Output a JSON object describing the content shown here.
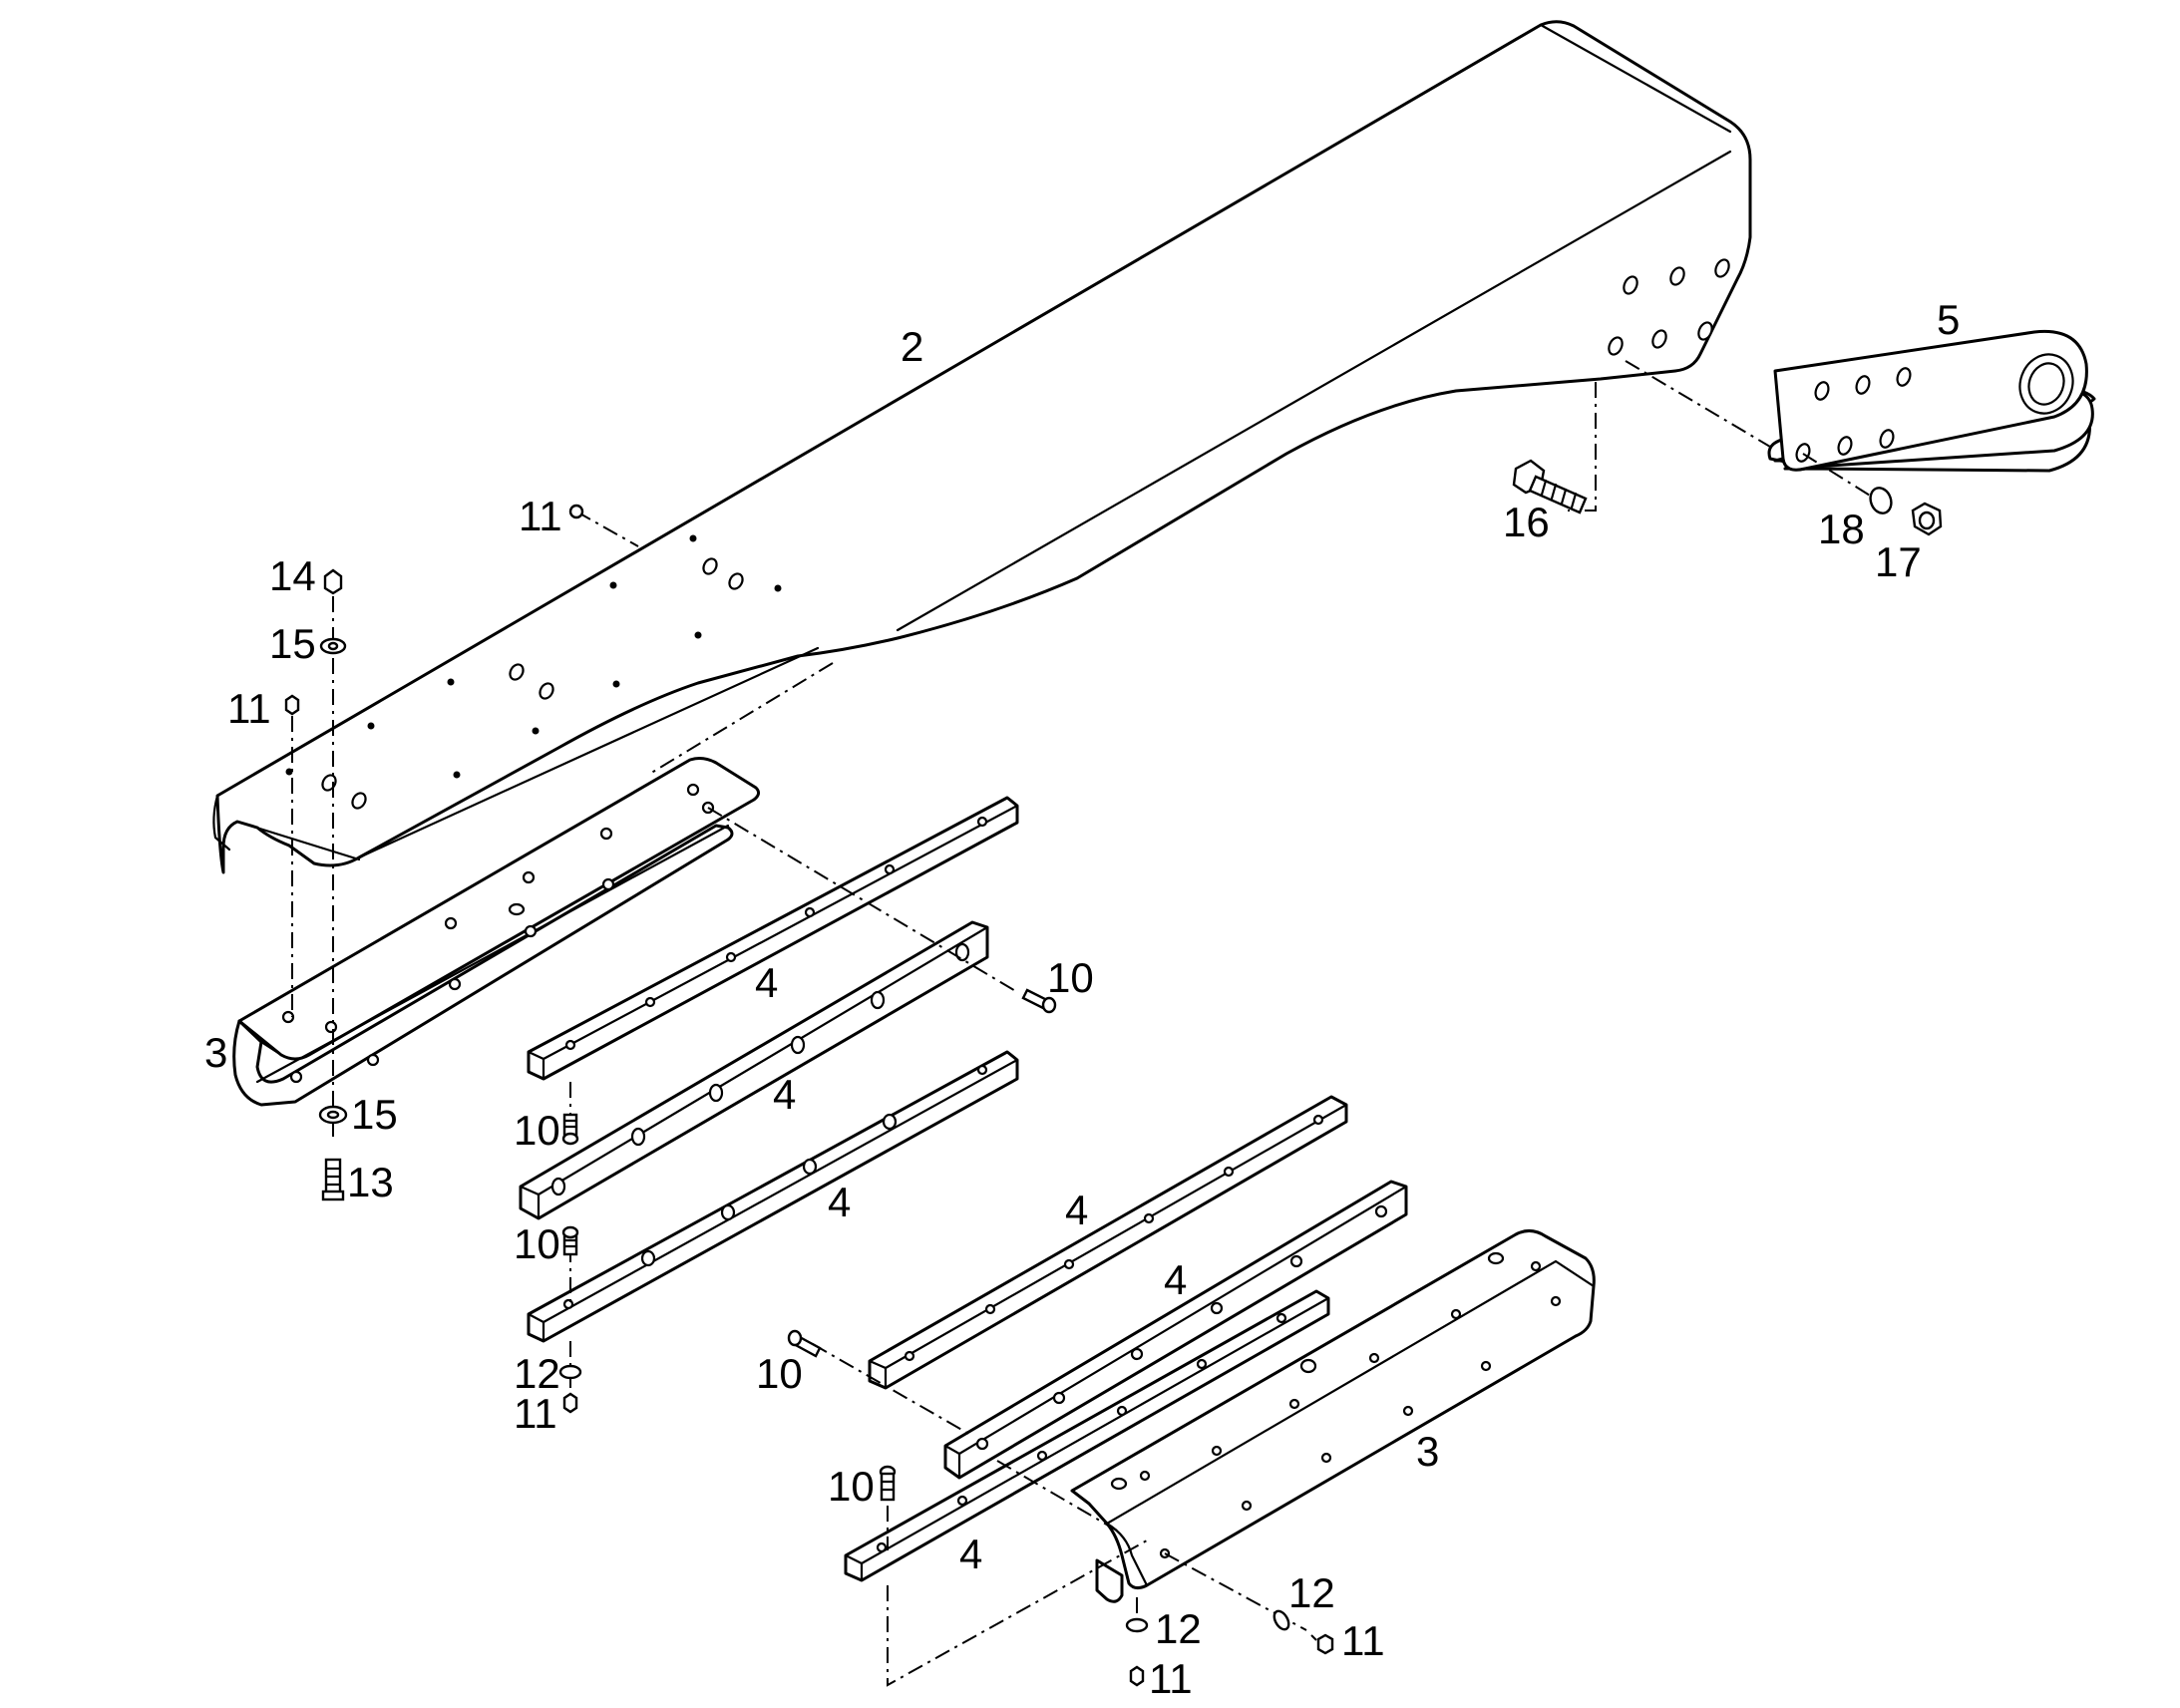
{
  "callouts": [
    {
      "id": "main-beam",
      "text": "2"
    },
    {
      "id": "bracket-plate",
      "text": "5"
    },
    {
      "id": "bolt-16",
      "text": "16"
    },
    {
      "id": "washer-18",
      "text": "18"
    },
    {
      "id": "nut-17",
      "text": "17"
    },
    {
      "id": "nut-11-top",
      "text": "11"
    },
    {
      "id": "nut-14",
      "text": "14"
    },
    {
      "id": "washer-15-top",
      "text": "15"
    },
    {
      "id": "nut-11-left",
      "text": "11"
    },
    {
      "id": "channel-3-left",
      "text": "3"
    },
    {
      "id": "washer-15-bottom",
      "text": "15"
    },
    {
      "id": "bolt-13",
      "text": "13"
    },
    {
      "id": "strip-4-a",
      "text": "4"
    },
    {
      "id": "strip-4-b",
      "text": "4"
    },
    {
      "id": "strip-4-c",
      "text": "4"
    },
    {
      "id": "screw-10-a",
      "text": "10"
    },
    {
      "id": "screw-10-b",
      "text": "10"
    },
    {
      "id": "screw-10-c",
      "text": "10"
    },
    {
      "id": "washer-12-a",
      "text": "12"
    },
    {
      "id": "nut-11-a",
      "text": "11"
    },
    {
      "id": "strip-4-d",
      "text": "4"
    },
    {
      "id": "strip-4-e",
      "text": "4"
    },
    {
      "id": "screw-10-d",
      "text": "10"
    },
    {
      "id": "screw-10-e",
      "text": "10"
    },
    {
      "id": "strip-4-f",
      "text": "4"
    },
    {
      "id": "channel-3-right",
      "text": "3"
    },
    {
      "id": "washer-12-b",
      "text": "12"
    },
    {
      "id": "nut-11-b",
      "text": "11"
    },
    {
      "id": "washer-12-c",
      "text": "12"
    },
    {
      "id": "nut-11-c",
      "text": "11"
    }
  ]
}
